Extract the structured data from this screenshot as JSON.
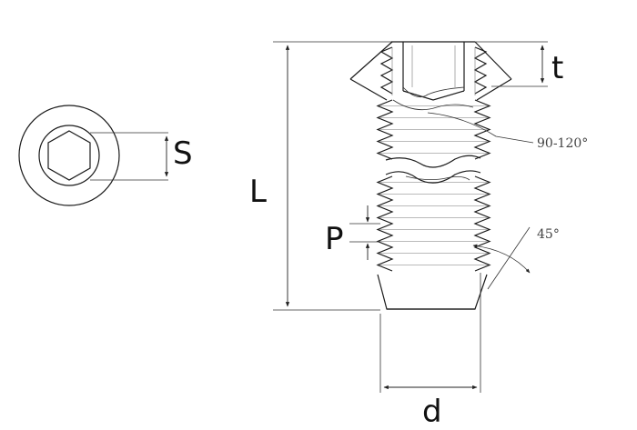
{
  "labels": {
    "s": "S",
    "t": "t",
    "L": "L",
    "P": "P",
    "d": "d",
    "angle_point": "90-120°",
    "angle_chamfer": "45°"
  },
  "colors": {
    "ink": "#1a1a1a",
    "background": "#ffffff"
  }
}
